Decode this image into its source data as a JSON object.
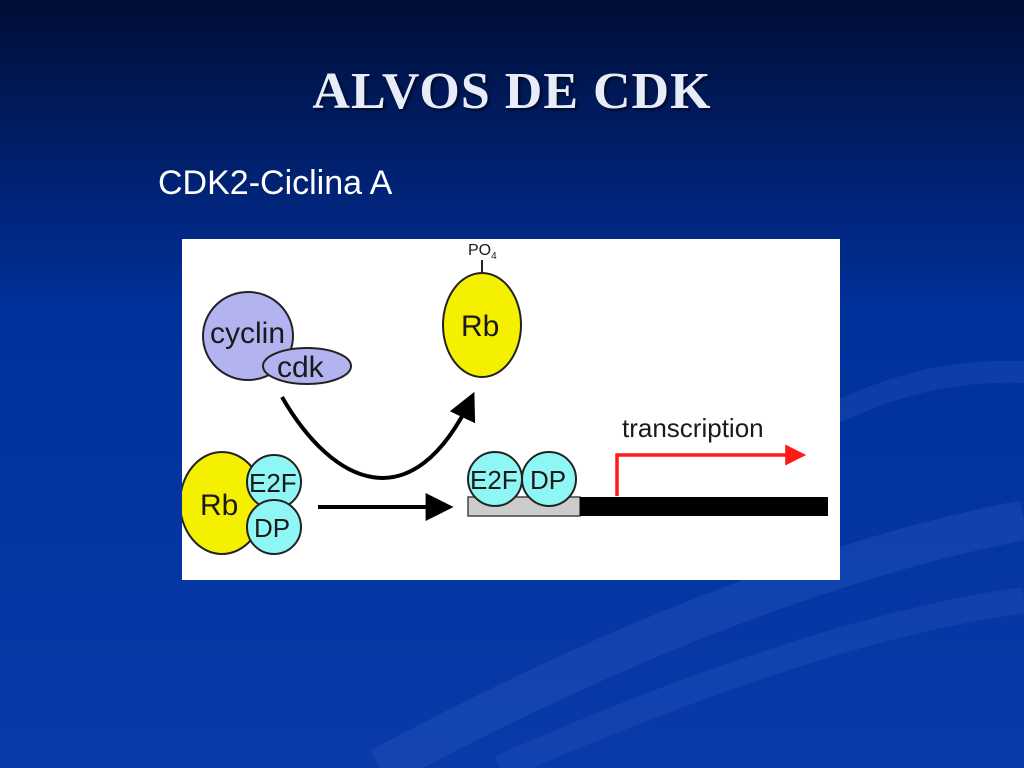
{
  "slide": {
    "title": "ALVOS DE CDK",
    "subtitle": "CDK2-Ciclina A"
  },
  "diagram": {
    "labels": {
      "cyclin": "cyclin",
      "cdk": "cdk",
      "rb": "Rb",
      "e2f": "E2F",
      "dp": "DP",
      "po4": "PO",
      "po4_subscript": "4",
      "transcription": "transcription"
    },
    "colors": {
      "background": "#0a3aa8",
      "figure_bg": "#ffffff",
      "cyclin_fill": "#b3b3f0",
      "cdk_fill": "#b3b3f0",
      "rb_fill": "#f5f000",
      "e2f_dp_fill": "#8ff6f6",
      "promoter_gray": "#cccccc",
      "dna_black": "#000000",
      "transcription_arrow": "#ff1a1a"
    }
  }
}
